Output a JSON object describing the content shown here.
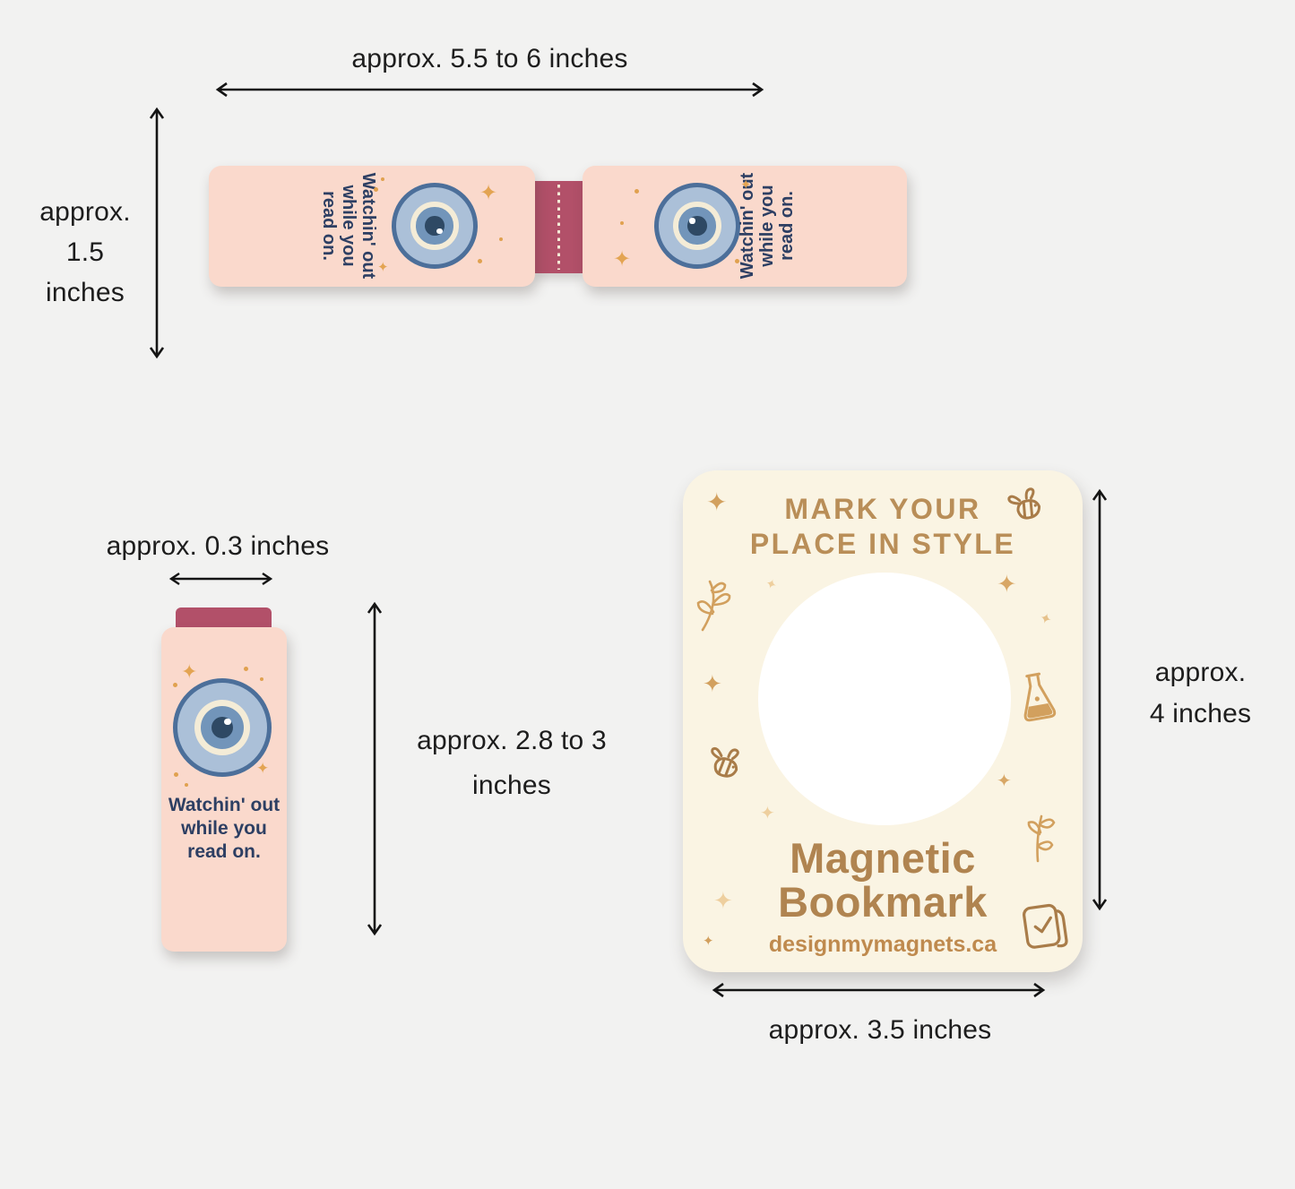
{
  "page": {
    "background_color": "#f2f2f1",
    "description_colors": {
      "panel_pink": "#fad9cc",
      "spine_maroon": "#b25069",
      "eye_border_blue": "#4c6f9a",
      "eye_fill_blue": "#abc0d8",
      "eye_cream": "#f4ecd7",
      "eye_iris_blue": "#7295ba",
      "eye_pupil_navy": "#2e4964",
      "tagline_navy": "#2d3f63",
      "sparkle_gold": "#e3a452",
      "card_cream": "#faf4e3",
      "card_brown": "#b08450",
      "dimension_text": "#1d1d1d"
    }
  },
  "product": {
    "tagline_lines": [
      "Watchin' out",
      "while you",
      "read on."
    ],
    "card": {
      "heading_line1": "MARK YOUR",
      "heading_line2": "PLACE IN STYLE",
      "product_line1": "Magnetic",
      "product_line2": "Bookmark",
      "website": "designmymagnets.ca"
    }
  },
  "dimensions": {
    "unfolded_width": "approx. 5.5 to 6 inches",
    "unfolded_height_lines": [
      "approx.",
      "1.5",
      "inches"
    ],
    "spine_width": "approx. 0.3 inches",
    "folded_height_lines": [
      "approx. 2.8 to 3",
      "inches"
    ],
    "card_height_lines": [
      "approx.",
      "4 inches"
    ],
    "card_width": "approx. 3.5 inches"
  },
  "icons": {
    "sparkle_glyph": "✦"
  }
}
